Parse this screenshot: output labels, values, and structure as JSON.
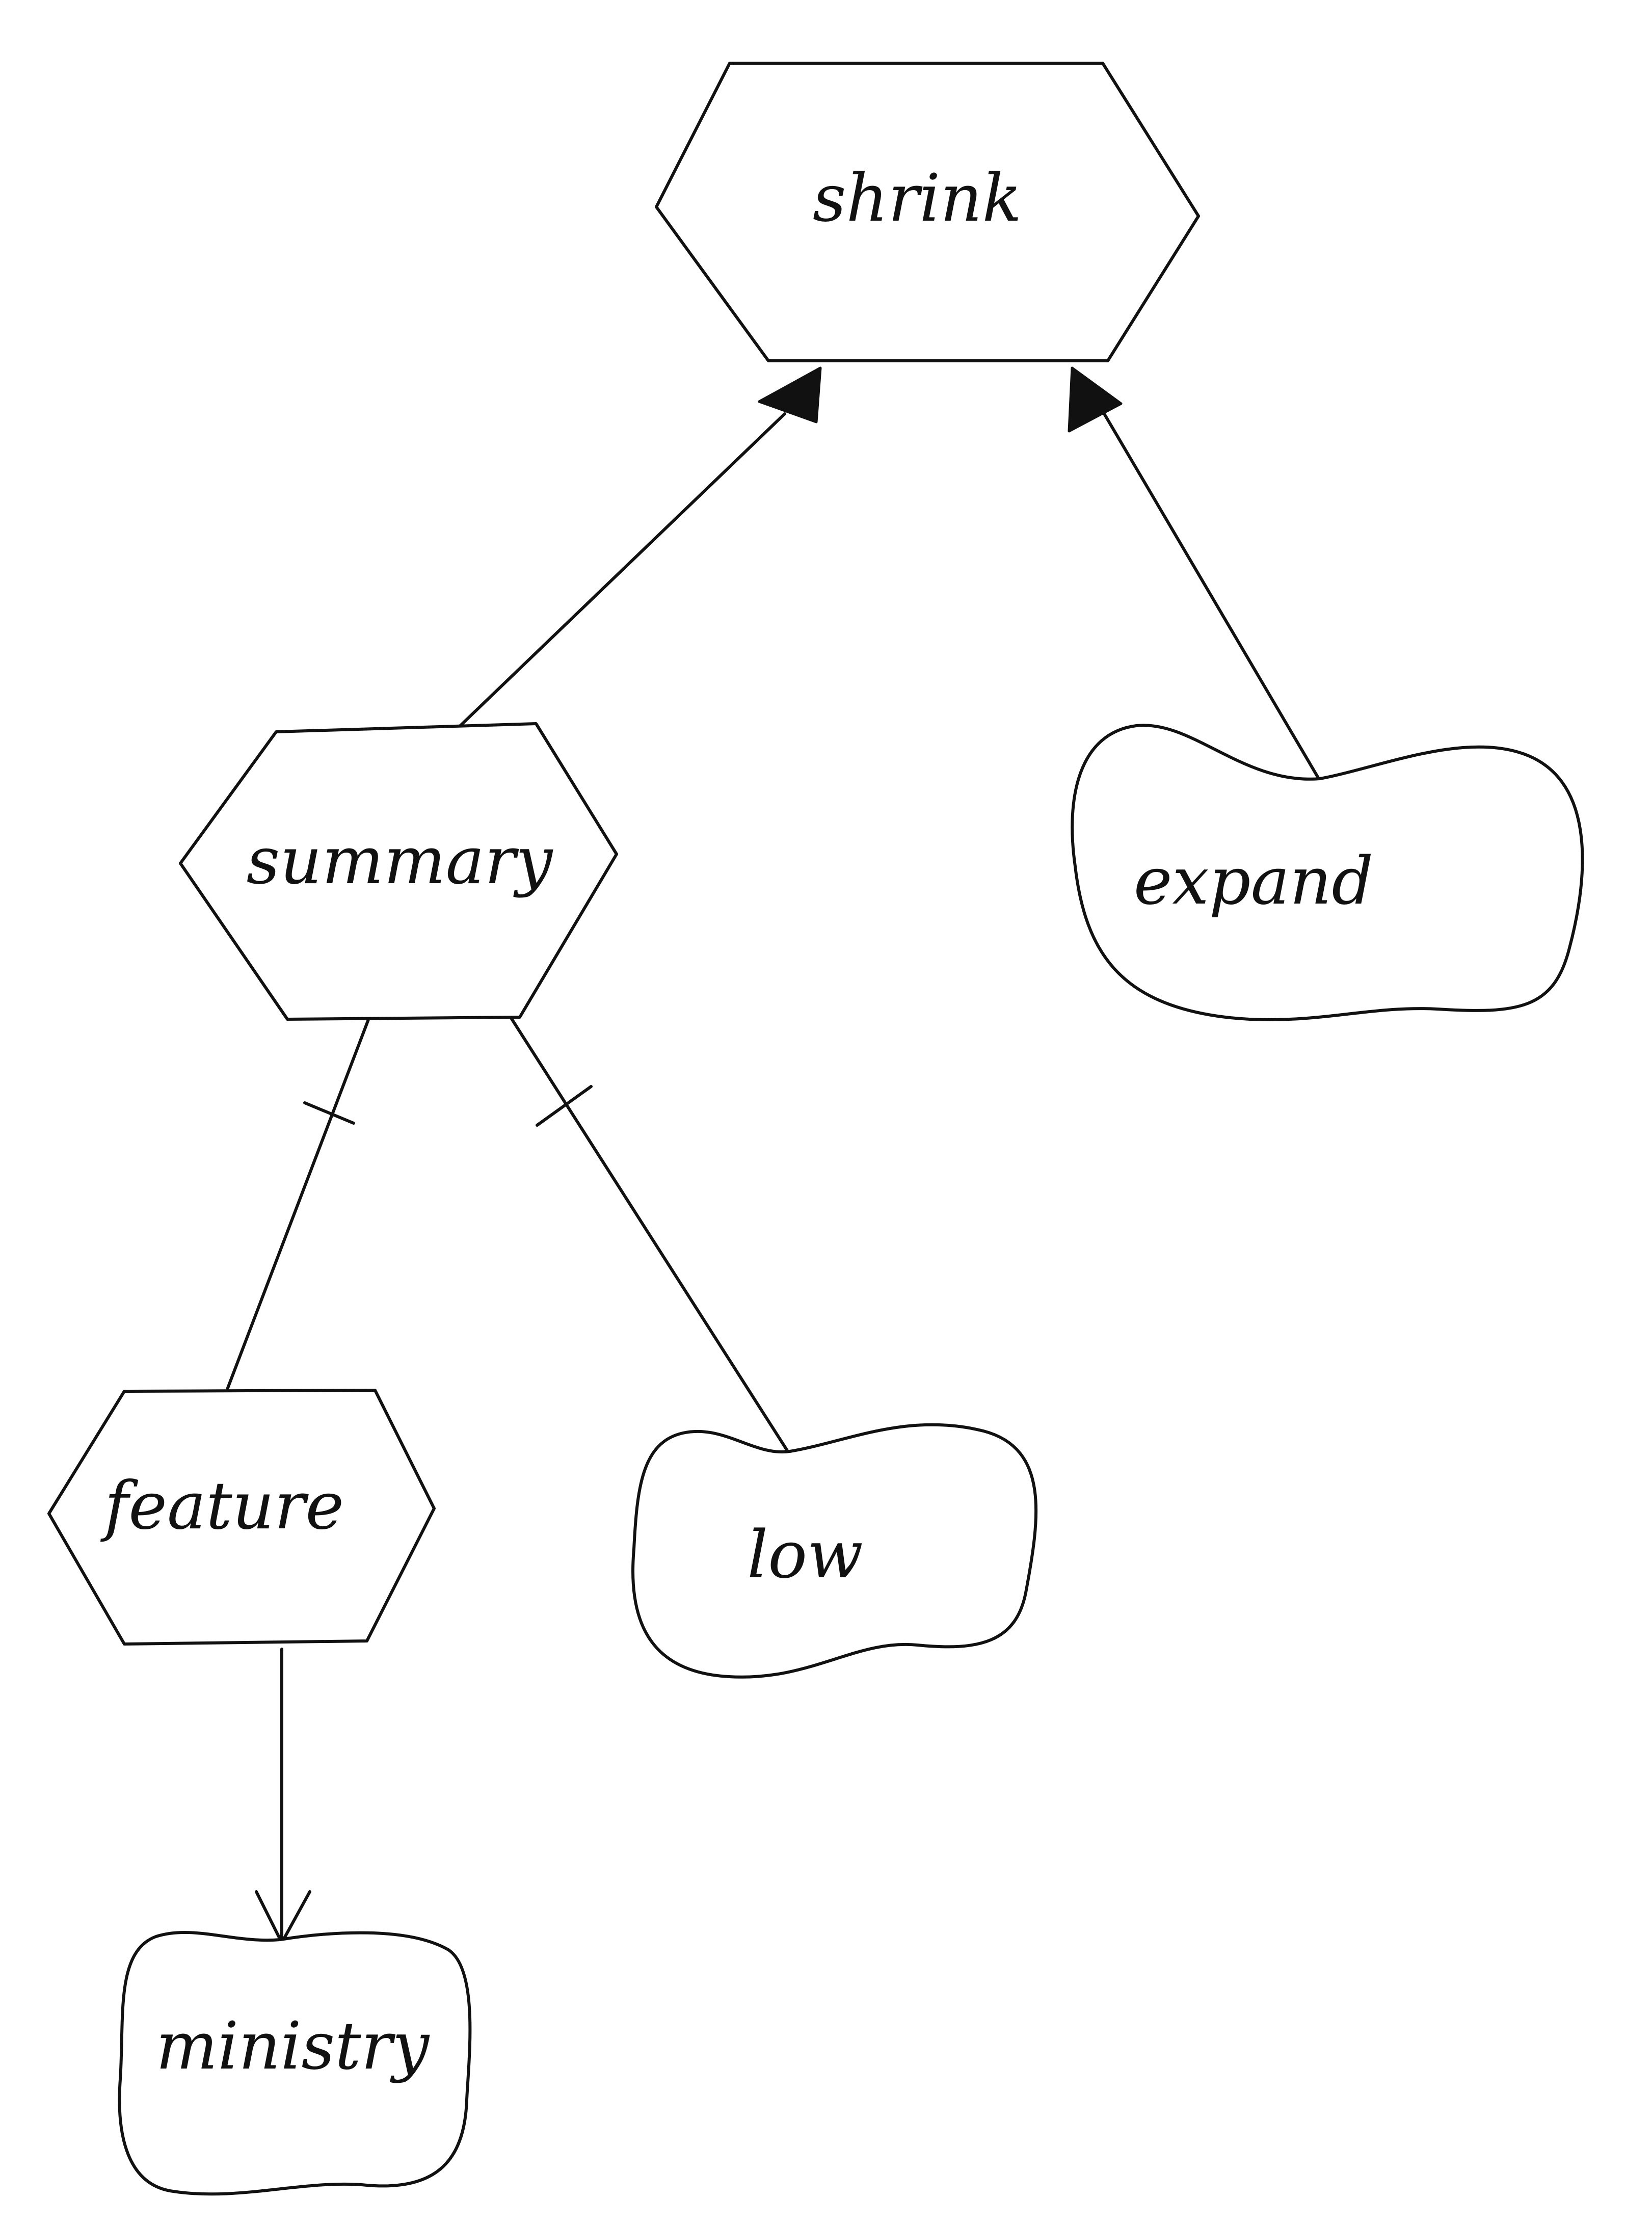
{
  "nodes": {
    "shrink": {
      "label": "shrink",
      "shape": "hexagon"
    },
    "summary": {
      "label": "summary",
      "shape": "hexagon"
    },
    "expand": {
      "label": "expand",
      "shape": "blob"
    },
    "feature": {
      "label": "feature",
      "shape": "hexagon"
    },
    "low": {
      "label": "low",
      "shape": "blob"
    },
    "ministry": {
      "label": "ministry",
      "shape": "blob"
    }
  },
  "edges": [
    {
      "from": "summary",
      "to": "shrink",
      "marker": "filled-triangle"
    },
    {
      "from": "expand",
      "to": "shrink",
      "marker": "filled-triangle"
    },
    {
      "from": "summary",
      "to": "feature",
      "marker": "tick"
    },
    {
      "from": "summary",
      "to": "low",
      "marker": "tick"
    },
    {
      "from": "feature",
      "to": "ministry",
      "marker": "open-arrow"
    }
  ],
  "colors": {
    "stroke": "#111111",
    "background": "#ffffff"
  }
}
